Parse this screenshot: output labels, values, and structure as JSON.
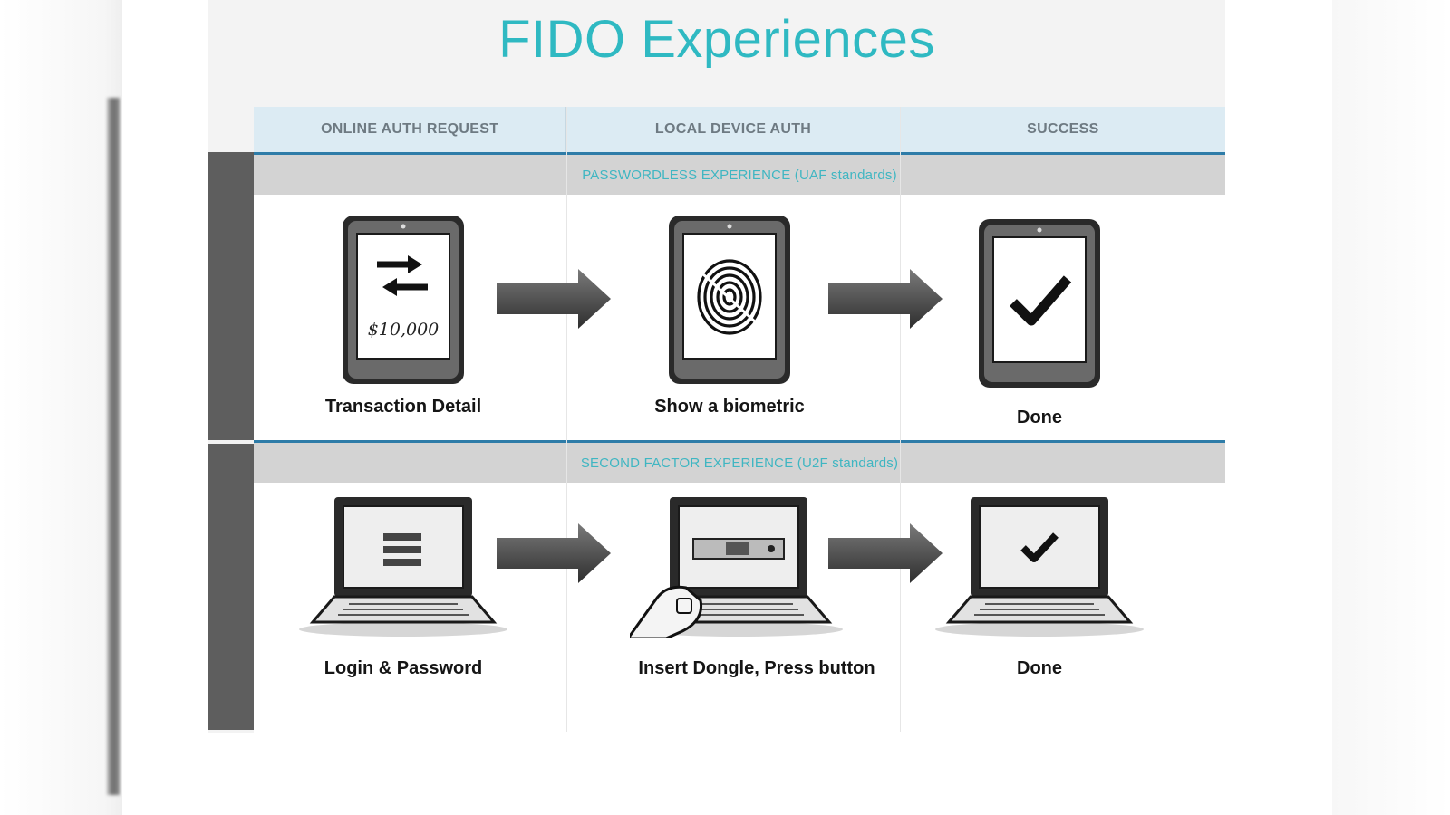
{
  "title": "FIDO Experiences",
  "columns": [
    "ONLINE AUTH REQUEST",
    "LOCAL DEVICE AUTH",
    "SUCCESS"
  ],
  "sections": [
    {
      "heading": "PASSWORDLESS EXPERIENCE (UAF standards)",
      "steps": [
        {
          "label": "Transaction Detail",
          "icon": "tablet-transaction-icon",
          "screen_text": "$10,000"
        },
        {
          "label": "Show a biometric",
          "icon": "tablet-fingerprint-icon"
        },
        {
          "label": "Done",
          "icon": "tablet-checkmark-icon"
        }
      ]
    },
    {
      "heading": "SECOND FACTOR EXPERIENCE (U2F standards)",
      "steps": [
        {
          "label": "Login & Password",
          "icon": "laptop-login-icon"
        },
        {
          "label": "Insert Dongle, Press button",
          "icon": "laptop-dongle-icon"
        },
        {
          "label": "Done",
          "icon": "laptop-checkmark-icon"
        }
      ]
    }
  ],
  "colors": {
    "title": "#2fb9c2",
    "header_bg": "#dcebf3",
    "divider": "#2e7ca8",
    "section_text": "#3fb6c2",
    "section_bg": "#d3d3d3",
    "rail": "#5e5e5e"
  }
}
